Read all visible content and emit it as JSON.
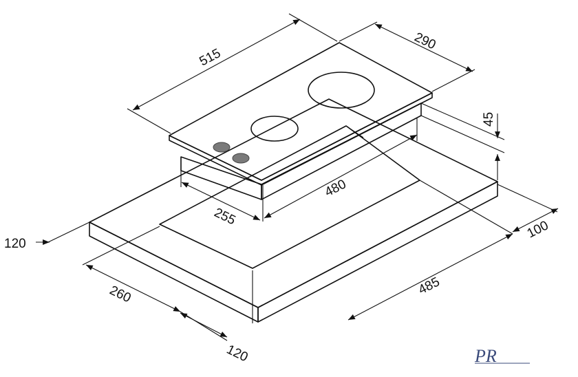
{
  "dimensions": {
    "hob_width": "515",
    "hob_depth": "290",
    "hob_height": "45",
    "cutout_width": "480",
    "cutout_depth": "255",
    "worktop_side_right": "100",
    "worktop_length": "485",
    "worktop_side_left_top": "120",
    "worktop_depth_left": "260",
    "worktop_side_left_bottom": "120"
  },
  "logo": {
    "text": "PR"
  },
  "colors": {
    "line": "#111111",
    "hob_top": "#ffffff",
    "hob_side": "#e9e9e9",
    "hob_front": "#d6d6d6",
    "board_top": "#ffffff",
    "board_front": "#d8d8d8",
    "board_side": "#c9c9c9",
    "knob": "#7a7a7a"
  }
}
